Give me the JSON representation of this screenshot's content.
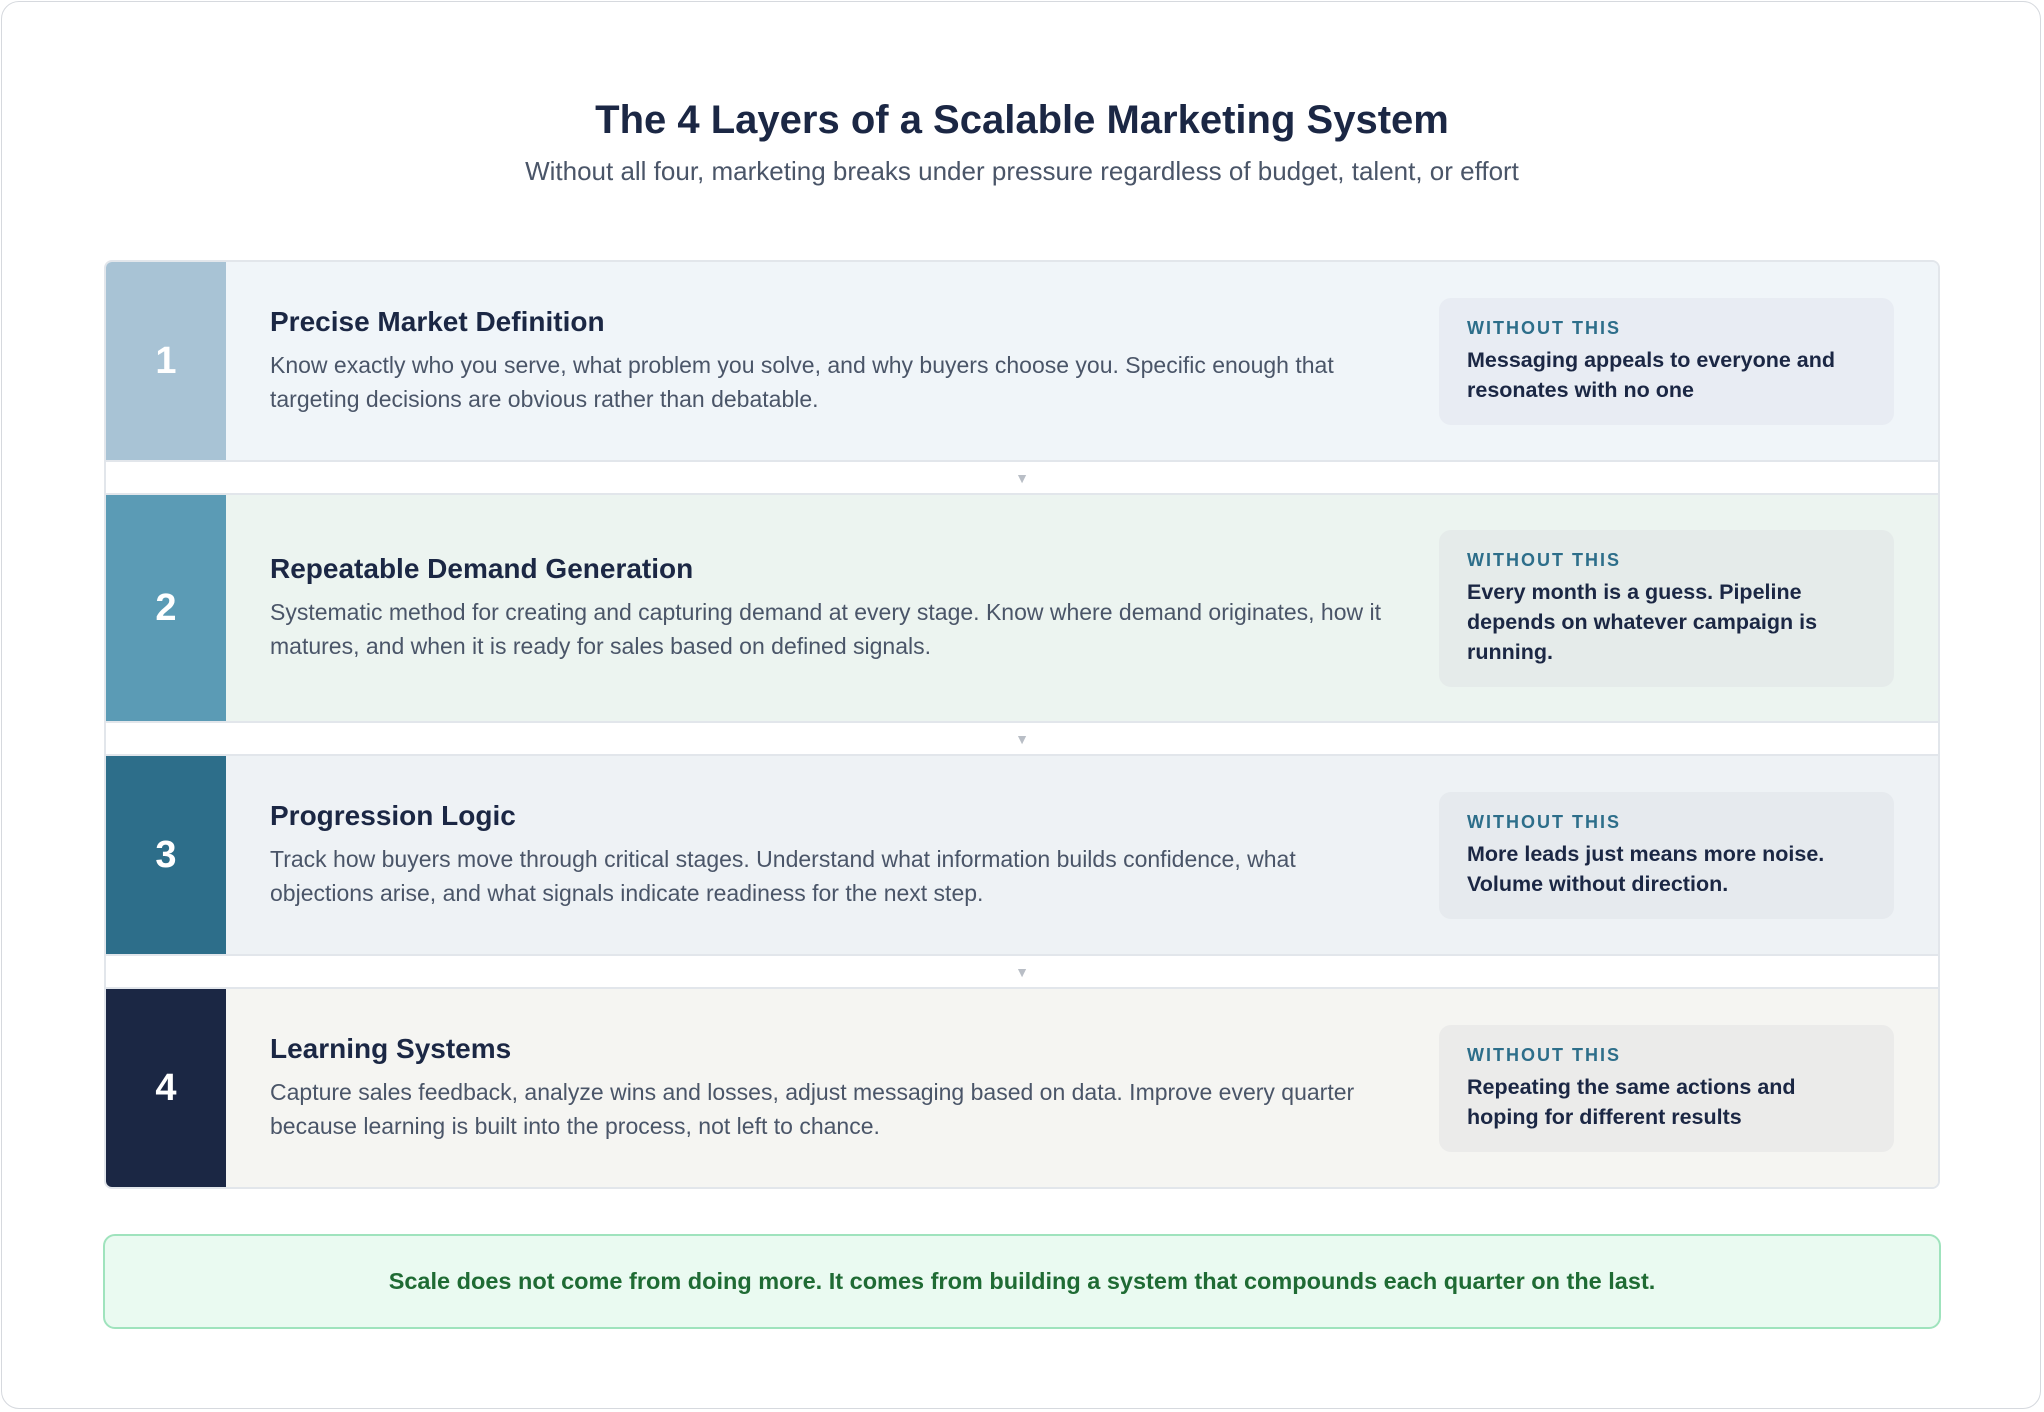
{
  "header": {
    "title": "The 4 Layers of a Scalable Marketing System",
    "subtitle": "Without all four, marketing breaks under pressure regardless of budget, talent, or effort"
  },
  "layers": [
    {
      "number": "1",
      "title": "Precise Market Definition",
      "description": "Know exactly who you serve, what problem you solve, and why buyers choose you. Specific enough that targeting decisions are obvious rather than debatable.",
      "without_label": "WITHOUT THIS",
      "without_text": "Messaging appeals to everyone and resonates with no one",
      "accent": "#a8c3d5",
      "row_bg": "#f0f5f9",
      "box_bg": "#e8ecf3"
    },
    {
      "number": "2",
      "title": "Repeatable Demand Generation",
      "description": "Systematic method for creating and capturing demand at every stage. Know where demand originates, how it matures, and when it is ready for sales based on defined signals.",
      "without_label": "WITHOUT THIS",
      "without_text": "Every month is a guess. Pipeline depends on whatever campaign is running.",
      "accent": "#5b9bb5",
      "row_bg": "#ecf4f0",
      "box_bg": "#e5ebea"
    },
    {
      "number": "3",
      "title": "Progression Logic",
      "description": "Track how buyers move through critical stages. Understand what information builds confidence, what objections arise, and what signals indicate readiness for the next step.",
      "without_label": "WITHOUT THIS",
      "without_text": "More leads just means more noise. Volume without direction.",
      "accent": "#2d6e8a",
      "row_bg": "#eef2f5",
      "box_bg": "#e6eaee"
    },
    {
      "number": "4",
      "title": "Learning Systems",
      "description": "Capture sales feedback, analyze wins and losses, adjust messaging based on data. Improve every quarter because learning is built into the process, not left to chance.",
      "without_label": "WITHOUT THIS",
      "without_text": "Repeating the same actions and hoping for different results",
      "accent": "#1b2744",
      "row_bg": "#f5f5f2",
      "box_bg": "#ebebea"
    }
  ],
  "connector_icon": "triangle-down-icon",
  "footer": {
    "text": "Scale does not come from doing more. It comes from building a system that compounds each quarter on the last."
  }
}
